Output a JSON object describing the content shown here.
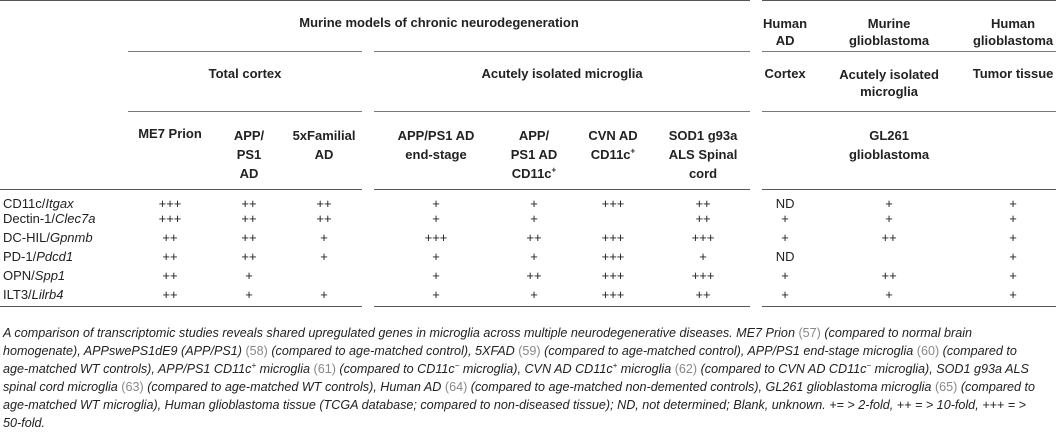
{
  "groups": {
    "murine_chronic": "Murine models of chronic neurodegeneration",
    "human_ad": [
      "Human",
      "AD"
    ],
    "murine_gbm": [
      "Murine",
      "glioblastoma"
    ],
    "human_gbm": [
      "Human",
      "glioblastoma"
    ]
  },
  "subgroups": {
    "total_cortex": "Total cortex",
    "acute_microglia": "Acutely isolated microglia",
    "cortex": "Cortex",
    "acute_microglia_gbm": [
      "Acutely isolated",
      "microglia"
    ],
    "tumor_tissue": "Tumor tissue"
  },
  "columns": {
    "me7": [
      "ME7 Prion"
    ],
    "appps1": [
      "APP/",
      "PS1",
      "AD"
    ],
    "fivex": [
      "5xFamilial",
      "AD"
    ],
    "endstage": [
      "APP/PS1 AD",
      "end-stage"
    ],
    "cd11c_app": [
      "APP/",
      "PS1 AD",
      "CD11c",
      "+"
    ],
    "cvn": [
      "CVN AD",
      "CD11c",
      "+"
    ],
    "sod1": [
      "SOD1 g93a",
      "ALS Spinal",
      "cord"
    ],
    "gl261": [
      "GL261",
      "glioblastoma"
    ]
  },
  "rows": [
    {
      "name": "CD11c/",
      "gene": "Itgax",
      "values": [
        "+++",
        "++",
        "++",
        "+",
        "+",
        "+++",
        "++",
        "ND",
        "+",
        "+"
      ]
    },
    {
      "name": "Dectin-1/",
      "gene": "Clec7a",
      "values": [
        "+++",
        "++",
        "++",
        "+",
        "+",
        "",
        "++",
        "+",
        "+",
        "+"
      ]
    },
    {
      "name": "DC-HIL/",
      "gene": "Gpnmb",
      "values": [
        "++",
        "++",
        "+",
        "+++",
        "++",
        "+++",
        "+++",
        "+",
        "++",
        "+"
      ]
    },
    {
      "name": "PD-1/",
      "gene": "Pdcd1",
      "values": [
        "++",
        "++",
        "+",
        "+",
        "+",
        "+++",
        "+",
        "ND",
        "",
        "+"
      ]
    },
    {
      "name": "OPN/",
      "gene": "Spp1",
      "values": [
        "++",
        "+",
        "",
        "+",
        "++",
        "+++",
        "+++",
        "+",
        "++",
        "+"
      ]
    },
    {
      "name": "ILT3/",
      "gene": "Lilrb4",
      "values": [
        "++",
        "+",
        "+",
        "+",
        "+",
        "+++",
        "++",
        "+",
        "+",
        "+"
      ]
    }
  ],
  "caption": {
    "p1": "A comparison of transcriptomic studies reveals shared upregulated genes in microglia across multiple neurodegenerative diseases. ME7 Prion ",
    "r57": "(57)",
    "p2": " (compared to normal brain homogenate), APPswePS1dE9 (APP/PS1) ",
    "r58": "(58)",
    "p3": " (compared to age-matched control), 5XFAD ",
    "r59": "(59)",
    "p4": " (compared to age-matched control), APP/PS1 end-stage microglia ",
    "r60": "(60)",
    "p5": " (compared to age-matched WT controls), APP/PS1 CD11c",
    "s1": "+",
    "p6": " microglia ",
    "r61": "(61)",
    "p7": " (compared to CD11c",
    "s2": "−",
    "p8": " microglia), CVN AD CD11c",
    "s3": "+",
    "p9": " microglia ",
    "r62": "(62)",
    "p10": " (compared to CVN AD CD11c",
    "s4": "−",
    "p11": " microglia), SOD1 g93a ALS spinal cord microglia ",
    "r63": "(63)",
    "p12": " (compared to age-matched WT controls), Human AD ",
    "r64": "(64)",
    "p13": " (compared to age-matched non-demented controls), GL261 glioblastoma microglia ",
    "r65": "(65)",
    "p14": " (compared to age-matched WT microglia), Human glioblastoma tissue (TCGA database; compared to non-diseased tissue); ND, not determined; Blank, unknown. += > 2-fold, ++ = > 10-fold, +++ = > 50-fold."
  }
}
